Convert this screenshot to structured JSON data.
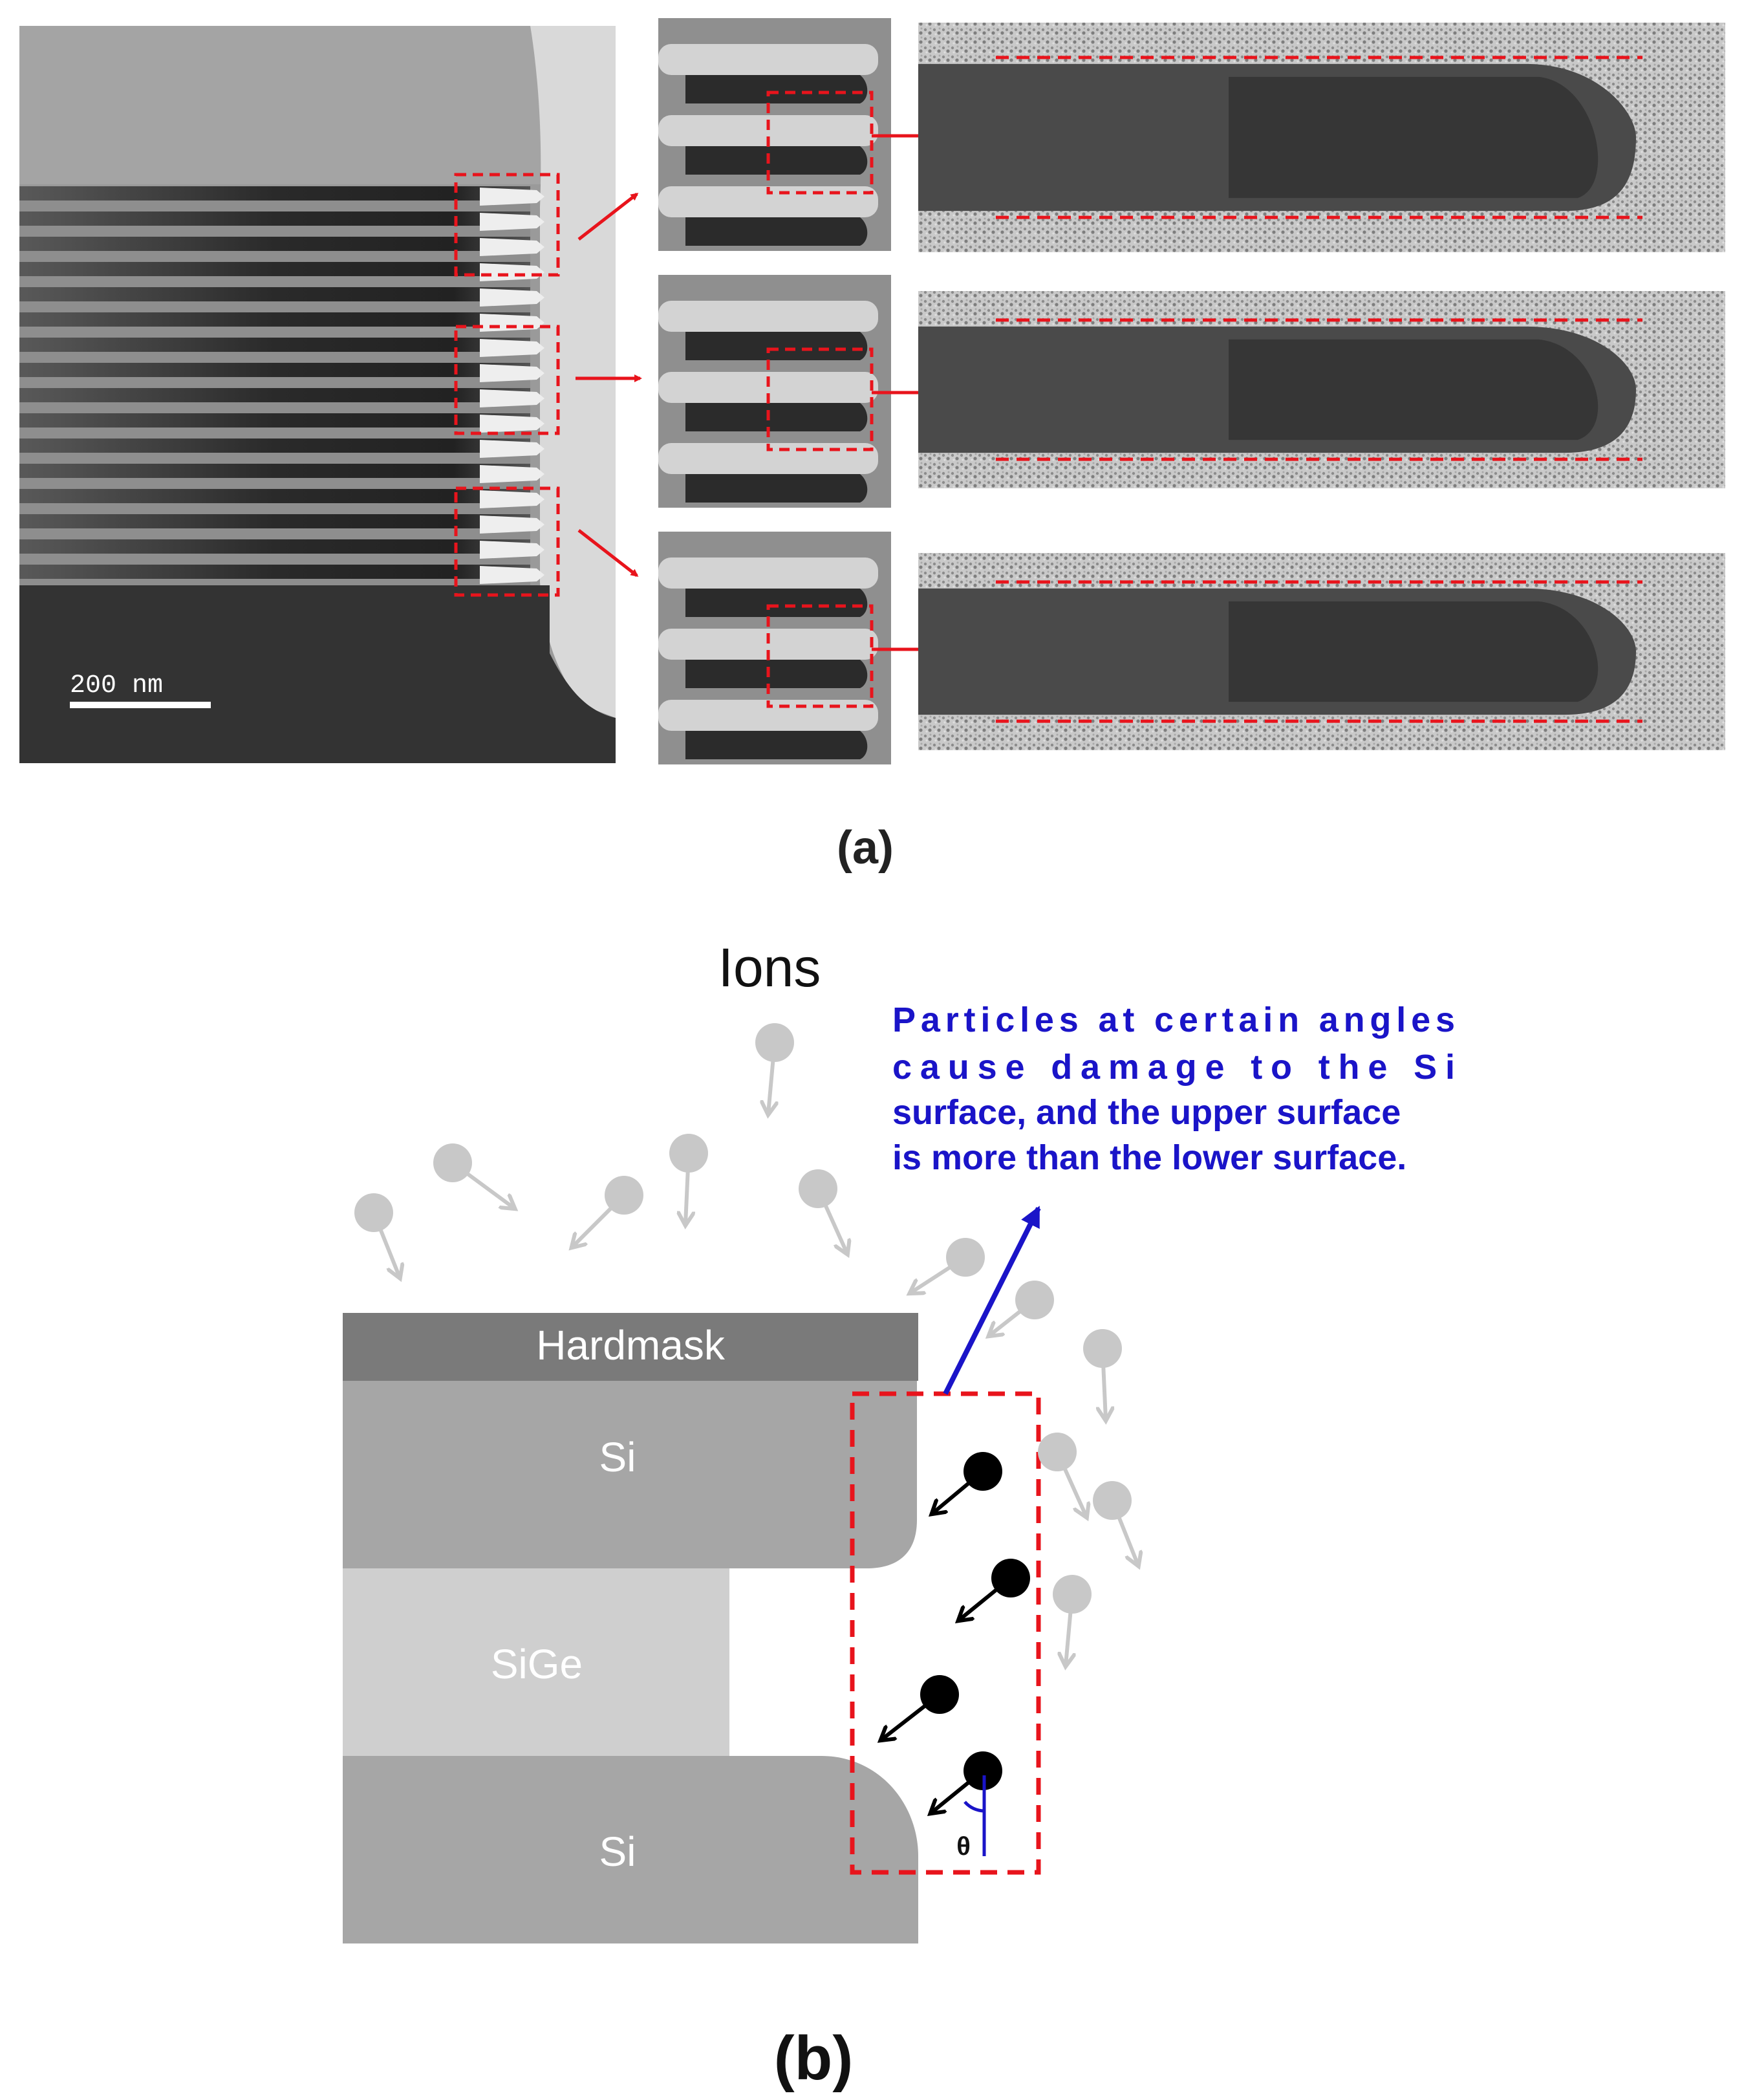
{
  "panel_a": {
    "scale_bar_label": "200 nm",
    "caption": "(a)"
  },
  "panel_b": {
    "ions_label": "Ions",
    "annotation_lines": [
      "Particles at certain angles",
      "cause damage to the Si",
      "surface, and the upper surface",
      "is more than the lower surface."
    ],
    "layers": {
      "hardmask": "Hardmask",
      "si_top": "Si",
      "sige": "SiGe",
      "si_bottom": "Si"
    },
    "angle_label": "θ",
    "caption": "(b)"
  },
  "colors": {
    "highlight_box": "#e8141c",
    "annotation_text": "#1a14c8",
    "hardmask": "#7a7a7a",
    "si": "#a6a6a6",
    "sige": "#cfcfcf",
    "ion_gray": "#c8c8c8",
    "ion_black": "#000000"
  }
}
